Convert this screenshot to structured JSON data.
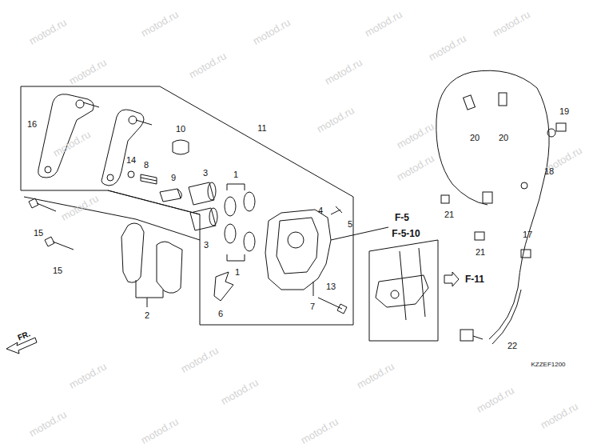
{
  "diagram": {
    "labels": [
      "16",
      "11",
      "10",
      "14",
      "8",
      "9",
      "3",
      "1",
      "3",
      "1",
      "15",
      "15",
      "2",
      "6",
      "4",
      "5",
      "7",
      "13",
      "F-5",
      "F-5-10",
      "F-11",
      "20",
      "20",
      "19",
      "18",
      "21",
      "21",
      "17",
      "22",
      "FR.",
      "KZZEF1200",
      "motod.ru",
      "motod.ru",
      "motod.ru",
      "motod.ru",
      "motod.ru",
      "motod.ru",
      "motod.ru",
      "motod.ru",
      "motod.ru",
      "motod.ru",
      "motod.ru",
      "motod.ru",
      "motod.ru",
      "motod.ru",
      "motod.ru",
      "motod.ru",
      "motod.ru",
      "motod.ru",
      "motod.ru",
      "motod.ru",
      "motod.ru",
      "motod.ru",
      "motod.ru",
      "motod.ru"
    ]
  }
}
